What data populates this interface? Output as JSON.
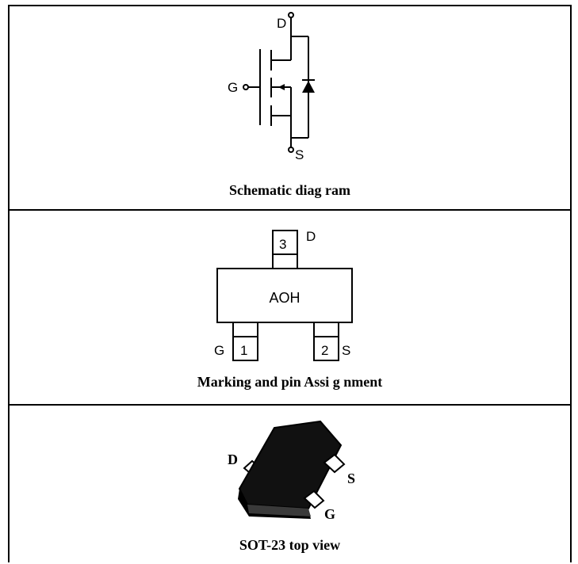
{
  "schematic": {
    "caption": "Schematic diag ram",
    "labels": {
      "drain": "D",
      "gate": "G",
      "source": "S"
    }
  },
  "marking": {
    "caption": "Marking and pin Assi g nment",
    "package_marking": "AOH",
    "pins": [
      {
        "number": "3",
        "name": "D"
      },
      {
        "number": "1",
        "name": "G"
      },
      {
        "number": "2",
        "name": "S"
      }
    ]
  },
  "package_view": {
    "caption": "SOT-23 top view",
    "labels": {
      "drain": "D",
      "source": "S",
      "gate": "G"
    }
  }
}
